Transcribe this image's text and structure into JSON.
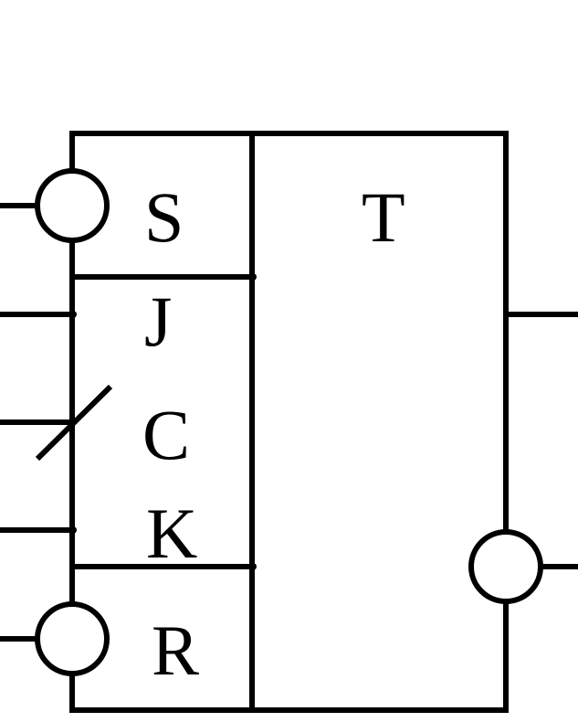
{
  "diagram": {
    "type": "jk-flip-flop",
    "labels": {
      "s": "S",
      "j": "J",
      "c": "C",
      "k": "K",
      "r": "R",
      "t": "T"
    },
    "stroke_color": "#000000",
    "background": "#ffffff",
    "inverted_inputs": [
      "S",
      "R"
    ],
    "clock_edge_indicator": "slash",
    "outputs": [
      "Q",
      "Q-inverted"
    ]
  }
}
